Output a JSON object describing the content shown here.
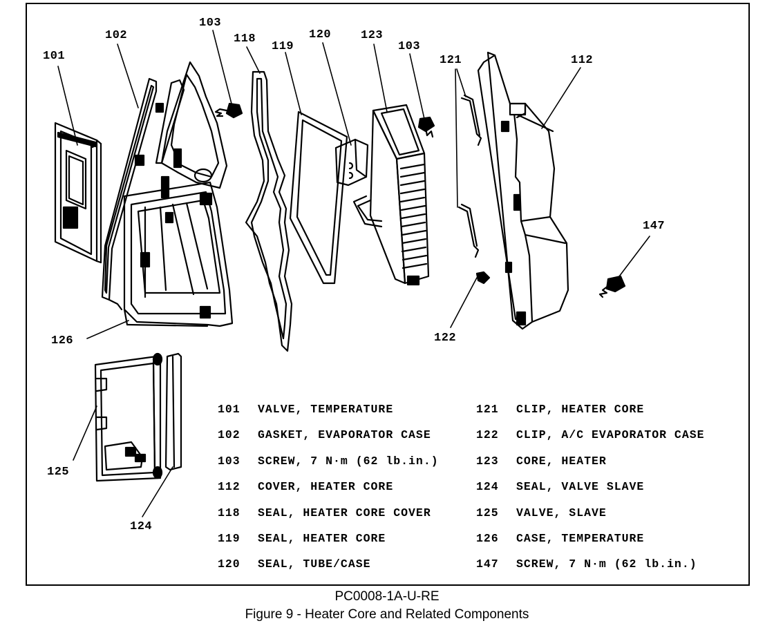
{
  "figure": {
    "id": "PC0008-1A-U-RE",
    "title": "Figure 9 - Heater Core and Related Components"
  },
  "callouts": {
    "c101": "101",
    "c102": "102",
    "c103a": "103",
    "c118": "118",
    "c119": "119",
    "c120": "120",
    "c123": "123",
    "c103b": "103",
    "c121": "121",
    "c112": "112",
    "c147": "147",
    "c122": "122",
    "c126": "126",
    "c125": "125",
    "c124": "124"
  },
  "legend": {
    "left": [
      {
        "num": "101",
        "desc": "VALVE, TEMPERATURE"
      },
      {
        "num": "102",
        "desc": "GASKET, EVAPORATOR CASE"
      },
      {
        "num": "103",
        "desc": "SCREW, 7 N·m (62 lb.in.)"
      },
      {
        "num": "112",
        "desc": "COVER, HEATER CORE"
      },
      {
        "num": "118",
        "desc": "SEAL, HEATER CORE COVER"
      },
      {
        "num": "119",
        "desc": "SEAL, HEATER CORE"
      },
      {
        "num": "120",
        "desc": "SEAL, TUBE/CASE"
      }
    ],
    "right": [
      {
        "num": "121",
        "desc": "CLIP, HEATER CORE"
      },
      {
        "num": "122",
        "desc": "CLIP, A/C EVAPORATOR CASE"
      },
      {
        "num": "123",
        "desc": "CORE, HEATER"
      },
      {
        "num": "124",
        "desc": "SEAL, VALVE SLAVE"
      },
      {
        "num": "125",
        "desc": "VALVE, SLAVE"
      },
      {
        "num": "126",
        "desc": "CASE, TEMPERATURE"
      },
      {
        "num": "147",
        "desc": "SCREW, 7 N·m (62 lb.in.)"
      }
    ]
  }
}
